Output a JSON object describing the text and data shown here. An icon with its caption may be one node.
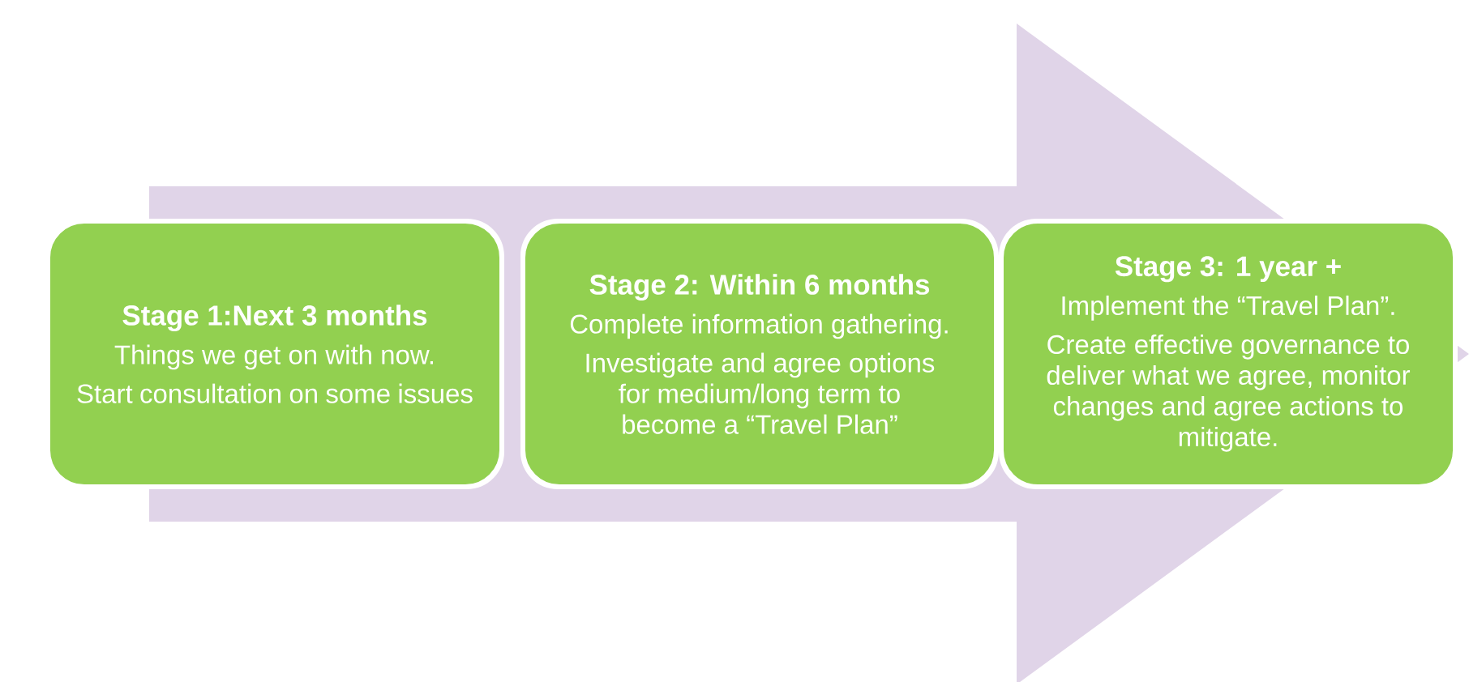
{
  "diagram": {
    "nodes": [
      {
        "text": [
          "Stage 1:Next 3 months",
          "Things we get on with now.",
          "Start consultation on some issues"
        ]
      },
      {
        "text": [
          "Stage 2: Within 6 months",
          "Complete information gathering.",
          "Investigate and agree options for medium/long term to become a “Travel Plan”"
        ]
      },
      {
        "text": [
          "Stage 3: 1 year +",
          "Implement the “Travel Plan”.",
          "Create effective governance to deliver what we agree, monitor changes and agree actions to mitigate."
        ]
      }
    ],
    "edges": [
      {
        "from": 0,
        "to": 2,
        "arrow": "to"
      }
    ]
  }
}
